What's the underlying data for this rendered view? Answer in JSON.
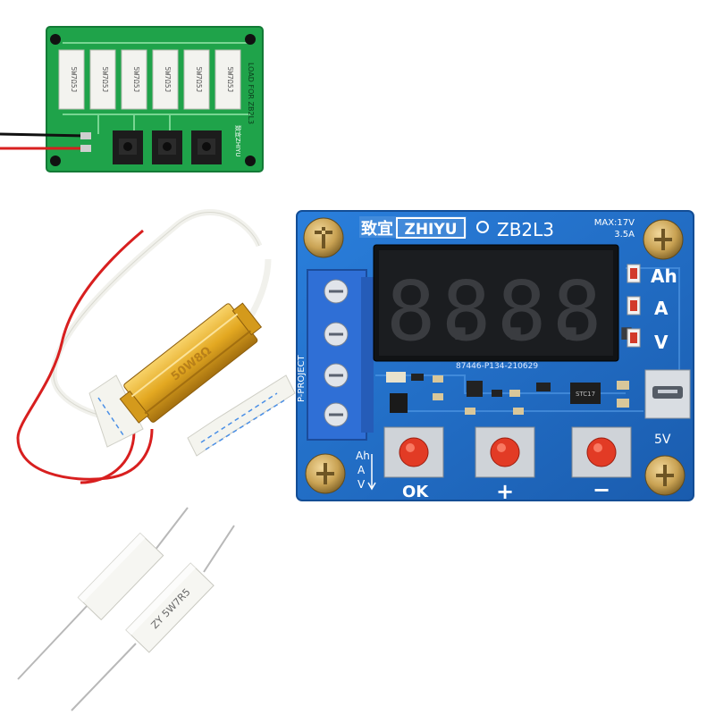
{
  "load_board": {
    "resistor_label": "5W7Ω5J",
    "side_label": "LOAD FOR ZB2L3",
    "brand_tag": "致宜ZHIYU",
    "resistor_count": 6,
    "button_count": 3
  },
  "tester_board": {
    "brand_cn": "致宜",
    "brand": "ZHIYU",
    "model": "ZB2L3",
    "max_voltage": "MAX:17V",
    "max_current": "3.5A",
    "part_code": "87446-P134-210629",
    "chip_label": "STC17",
    "side_label": "P-PROJECT",
    "display_digits": [
      "8.",
      "8.",
      "8.",
      "8."
    ],
    "indicators": [
      "Ah",
      "A",
      "V"
    ],
    "usb_label": "5V",
    "buttons": [
      "OK",
      "+",
      "−"
    ],
    "mode_labels": [
      "Ah",
      "A",
      "V"
    ]
  },
  "wirewound_resistor": {
    "label": "50W8Ω"
  },
  "ceramic_resistor": {
    "label": "ZY 5W7R5"
  },
  "colors": {
    "pcb_green": "#1fa34a",
    "pcb_blue": "#1f6fc9",
    "display_red": "#ff3b2f",
    "aluminum_gold": "#e3a821"
  }
}
